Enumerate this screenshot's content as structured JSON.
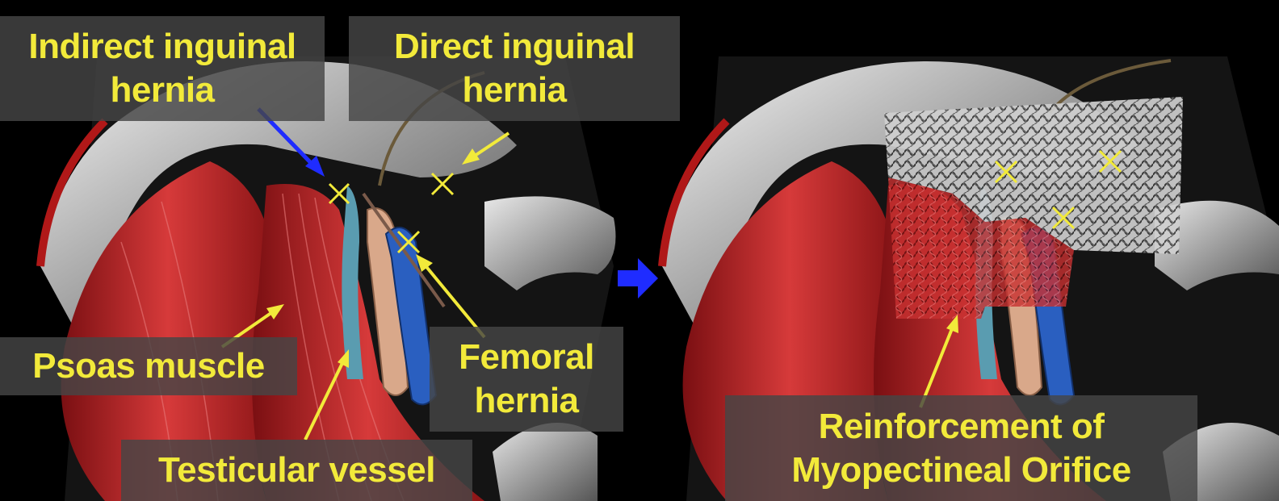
{
  "labels": {
    "indirect_line1": "Indirect inguinal",
    "indirect_line2": "hernia",
    "direct_line1": "Direct inguinal",
    "direct_line2": "hernia",
    "psoas": "Psoas muscle",
    "femoral_line1": "Femoral",
    "femoral_line2": "hernia",
    "testicular": "Testicular vessel",
    "reinforcement_line1": "Reinforcement of",
    "reinforcement_line2": "Myopectineal Orifice"
  },
  "colors": {
    "background": "#000000",
    "label_text": "#f2ea3a",
    "label_box": "#464646",
    "muscle": "#c4262b",
    "ligament": "#d8d8d8",
    "vein": "#2a5fc0",
    "artery": "#d9a88a",
    "cord": "#5a9cb0",
    "mesh": "#9a9a9a",
    "blue_arrow": "#1f2cff",
    "yellow_arrow": "#f2ea3a",
    "marker": "#f2ea3a"
  },
  "icons": {
    "transition": "right-arrow-icon",
    "hernia_site": "x-marker-icon"
  }
}
